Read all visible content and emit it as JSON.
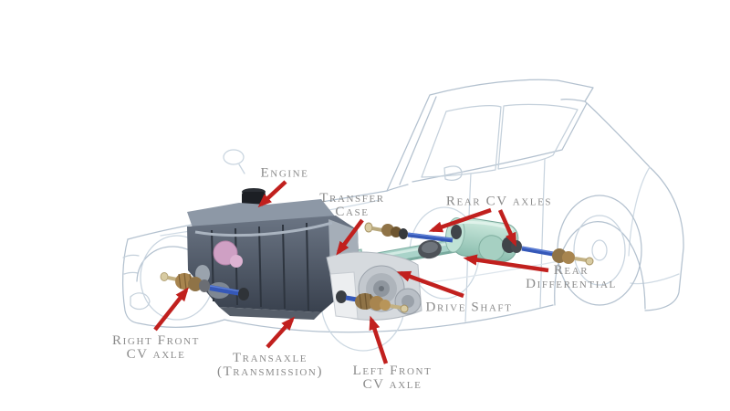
{
  "diagram": {
    "type": "labeled-diagram",
    "subject": "AWD vehicle drivetrain components over ghosted SUV outline",
    "background_color": "#ffffff",
    "label_text_color": "#8b8b8b",
    "arrow_color": "#c1201e",
    "car_outline_color": "#b3c1cf",
    "component_colors": {
      "drive_shaft_teal": "#a9d3c9",
      "rear_differential_mint": "#a9d6c6",
      "axle_shaft_blue": "#3558b8",
      "cv_joint_bronze": "#a8854f",
      "engine_block_gray": "#4d5663",
      "engine_pink_part": "#cfa0c4",
      "transaxle_case_gray": "#d6dade"
    },
    "labels": {
      "engine": {
        "text": "Engine"
      },
      "transfer_case": {
        "text": "Transfer\nCase"
      },
      "rear_cv_axles": {
        "text": "Rear CV axles"
      },
      "rear_differential": {
        "text": "Rear\nDifferential"
      },
      "drive_shaft": {
        "text": "Drive Shaft"
      },
      "left_front_cv_axle": {
        "text": "Left Front\nCV axle"
      },
      "transaxle": {
        "text": "Transaxle\n(Transmission)"
      },
      "right_front_cv_axle": {
        "text": "Right Front\nCV axle"
      }
    }
  }
}
